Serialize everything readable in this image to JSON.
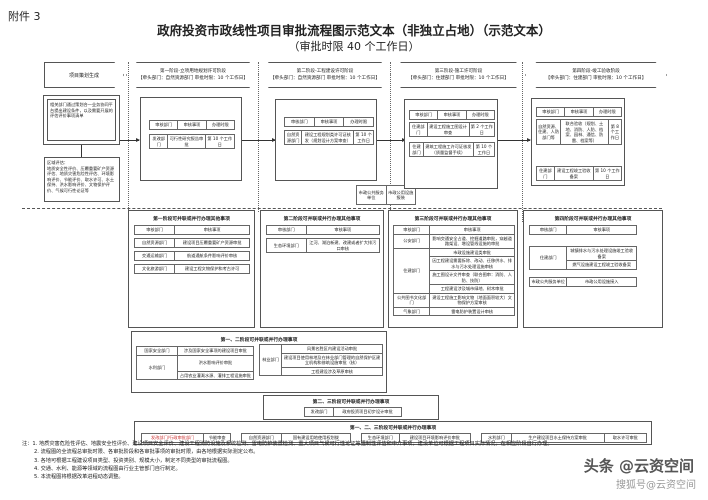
{
  "attachment": "附件 3",
  "title": "政府投资市政线性项目审批流程图示范文本（非独立占地）（示范文本）",
  "subtitle": "（审批时限 40 个工作日）",
  "project_stage": "项目策划生成",
  "stages": [
    {
      "name": "第一阶段-立项用地规划许可阶段",
      "lead": "【牵头部门：自然资源部门  审批时限：10 个工作日】"
    },
    {
      "name": "第二阶段-工程建设许可阶段",
      "lead": "【牵头部门：自然资源部门  审批时限：10 个工作日】"
    },
    {
      "name": "第三阶段-施工许可阶段",
      "lead": "【牵头部门：住建部门  审批时限：10 个工作日】"
    },
    {
      "name": "第四阶段-竣工验收阶段",
      "lead": "【牵头部门：住建部门  审批时限：10 个工作日】"
    }
  ],
  "headers": {
    "dept": "审核部门",
    "item": "审核事项",
    "time": "办理时限"
  },
  "planning_box": "相关部门通过策划合一业务协同平台提出建设条件，以及需要开展的评估评价事项清单",
  "regional_eval": "区域评估：\n地质安全性评价、压覆重要矿产资源评估、地质灾害危险性评估、环境影响评价、节能评价、取水许可、水土保持、洪水影响评价、文物保护评价、气候可行性论证等",
  "stage1_rows": [
    [
      "发改部门",
      "可行性研究报告审批",
      "第 10 个工作日"
    ]
  ],
  "stage2_rows": [
    [
      "自然资源部门",
      "建设工程规划类许可证核发（规划设计方案审查）",
      "第 10 个工作日"
    ]
  ],
  "stage3_rows": [
    [
      "住建部门",
      "建设工程施工图设计审查",
      "第 2 个工作日"
    ],
    [
      "住建部门",
      "建筑工程施工许可证核发（质量监督手续）",
      "第 10 个工作日"
    ]
  ],
  "stage4_rows": [
    [
      "自然资源、住建、人防部门等",
      "联合验收（规划、土地、消防、人防、档案、园林、通信、防雷、档案等）",
      "第 8 个工作日"
    ],
    [
      "住建部门",
      "建设工程竣工验收备案",
      "第 10 个工作日"
    ]
  ],
  "utility_box": [
    "市政公共服务单位",
    "市政公用设施报装"
  ],
  "lower_panels": [
    {
      "title": "第一阶段可并联或并行办理其他事项",
      "rows": [
        [
          "自然资源部门",
          "建设项目压覆重要矿产资源审批"
        ],
        [
          "交通运输部门",
          "航道通航条件影响评价审核"
        ],
        [
          "文化旅游部门",
          "建设工程文物保护和考古许可"
        ]
      ]
    },
    {
      "title": "第二阶段可并联或并行办理其他事项",
      "rows": [
        [
          "生态环境部门",
          "江河、湖泊新建、改建或者扩大排污口审核"
        ]
      ]
    },
    {
      "title": "第三阶段可并联或并行办理其他事项",
      "rows": [
        [
          "公安部门",
          "影响交通安全占道、挖掘道路审批，穿越道路架设、增设管线设施的审批"
        ],
        [
          "住建部门",
          "市政设施建设类审批"
        ],
        [
          "住建部门",
          "因工程建设需要拆除、改动、迁移供水、排水与污水处理设施审核"
        ],
        [
          "住建部门",
          "施工图设计文件审查（联合图审：消防、人防、技防）"
        ],
        [
          "住建部门",
          "工程建设涉及城市绿地、树木审批"
        ],
        [
          "公共图书文化部门",
          "建设工程施工影响文物（地面面积较大）文物保护方案审核"
        ],
        [
          "气象部门",
          "雷电防护装置设计审核"
        ]
      ]
    },
    {
      "title": "第四阶段可并联或并行办理其他事项",
      "rows": [
        [
          "住建部门",
          "城镇排水与污水处理设施竣工验收备案"
        ],
        [
          "住建部门",
          "燃气设施建设工程竣工验收备案"
        ],
        [
          "市政公共服务单位",
          "市政公用设施接入"
        ]
      ]
    }
  ],
  "combined_12": {
    "title": "第一、二阶段可并联或并行办理事项",
    "left": [
      [
        "国家安全部门",
        "涉及国家安全事项的建设项目审批"
      ],
      [
        "水利部门",
        "洪水影响评价审批"
      ],
      [
        "水利部门",
        "占用农业灌溉水源、灌排工程设施审批"
      ]
    ],
    "forest_dept": "林业部门",
    "right": [
      "风景名胜区内建设活动审批",
      "建设项目使用林地及在林业部门管理的自然保护区建立机构和修筑设施审批（核）",
      "工程建设涉及草原审核"
    ]
  },
  "combined_23": {
    "title": "第二、三阶段可并联或并行办理事项",
    "row": [
      "发改部门",
      "政府投资项目初步设计审批"
    ]
  },
  "combined_123": {
    "title": "第一、二、三阶段可并联或并行办理事项",
    "rows": [
      [
        "发改部门/行政审批部门",
        "节能审查"
      ],
      [
        "自然资源部门",
        "国有建设用地使用权划拨"
      ],
      [
        "生态环境部门",
        "建设项目环境影响评价审批"
      ],
      [
        "水利部门",
        "生产建设项目水土保持方案审批",
        "取水许可审批"
      ]
    ]
  },
  "notes": [
    "注：1. 地质灾害危险性评估、地震安全性评价、建设项目安全评价、建设工程消防设施及系统检测、雷电防护装置检测、重大项目气候可行性论证等强制性评估和中介事项，建设单位可根据工程项目实际情况，在相应阶段自行办理。",
    "2. 流程图的全流程总审批时限、各审批阶段和各审批事项的审批时限，由各地根据实际测定公布。",
    "3. 各地可根据工程建设项目类型、投资类别、规模大小，制定不同类型的审批流程图。",
    "4. 交通、水利、能源等领域的流程图由行业主管部门自行制定。",
    "5. 本流程图将根据改革进程动态调整。"
  ],
  "watermark": "头条 @云资空间",
  "watermark2": "搜狐号@云资空间"
}
